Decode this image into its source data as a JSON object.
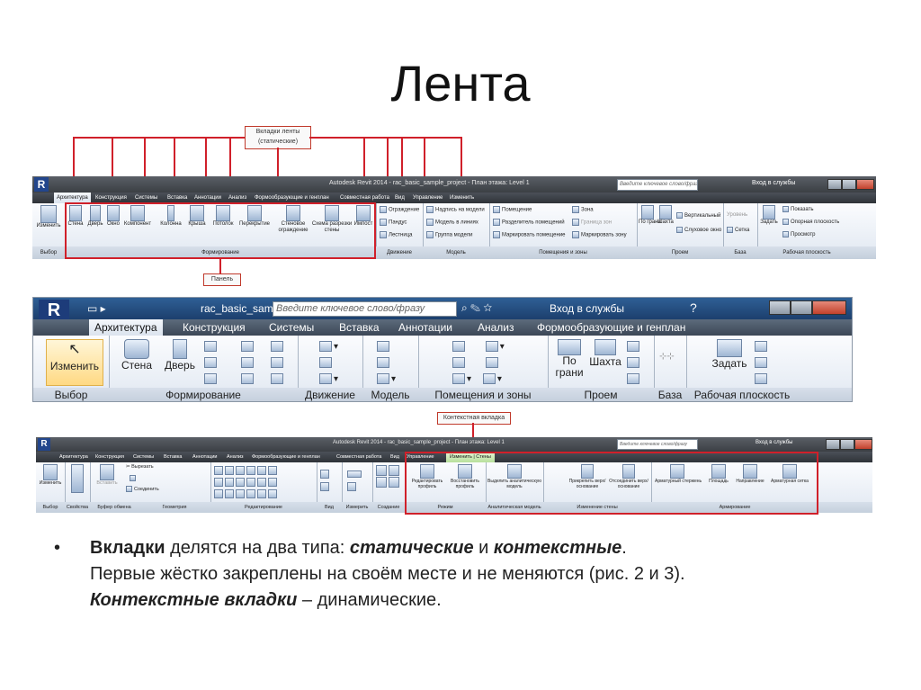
{
  "slide_title": "Лента",
  "callout_tabs": {
    "line1": "Вкладки ленты",
    "line2": "(статические)"
  },
  "callout_panel": "Панель",
  "callout_context": "Контекстная вкладка",
  "shot1": {
    "window_title": "Autodesk Revit 2014 - rac_basic_sample_project - План этажа: Level 1",
    "search_placeholder": "Введите ключевое слово/фразу",
    "login": "Вход в службы",
    "tabs": [
      "Архитектура",
      "Конструкция",
      "Системы",
      "Вставка",
      "Аннотации",
      "Анализ",
      "Формообразующие и генплан",
      "Совместная работа",
      "Вид",
      "Управление",
      "Изменить"
    ],
    "tools": [
      "Изменить",
      "Стена",
      "Дверь",
      "Окно",
      "Компонент",
      "Колонна",
      "Крыша",
      "Потолок",
      "Перекрытие",
      "Стеновое ограждение",
      "Схема разрезки стены",
      "Импост"
    ],
    "small_tools": [
      "Ограждение",
      "Пандус",
      "Лестница",
      "Надпись на модели",
      "Модель в линиях",
      "Группа модели",
      "Помещение",
      "Разделитель помещений",
      "Маркировать помещение",
      "Зона",
      "Граница зон",
      "Маркировать зону",
      "По грани",
      "Шахта",
      "Вертикальный",
      "Слуховое окно",
      "Уровень",
      "Сетка",
      "Задать",
      "Показать",
      "Опорная плоскость",
      "Просмотр"
    ],
    "panels": [
      "Выбор",
      "Формирование",
      "Движение",
      "Модель",
      "Помещения и зоны",
      "Проем",
      "База",
      "Рабочая плоскость"
    ]
  },
  "shot2": {
    "doc_title": "rac_basic_samp...",
    "search_placeholder": "Введите ключевое слово/фразу",
    "login": "Вход в службы",
    "tabs": [
      "Архитектура",
      "Конструкция",
      "Системы",
      "Вставка",
      "Аннотации",
      "Анализ",
      "Формообразующие и генплан"
    ],
    "tools": [
      "Изменить",
      "Стена",
      "Дверь",
      "По грани",
      "Шахта",
      "Задать"
    ],
    "panels": [
      "Выбор",
      "Формирование",
      "Движение",
      "Модель",
      "Помещения и зоны",
      "Проем",
      "База",
      "Рабочая плоскость"
    ]
  },
  "shot3": {
    "window_title": "Autodesk Revit 2014 - rac_basic_sample_project - План этажа: Level 1",
    "search_placeholder": "Введите ключевое слово/фразу",
    "login": "Вход в службы",
    "tabs": [
      "Архитектура",
      "Конструкция",
      "Системы",
      "Вставка",
      "Аннотации",
      "Анализ",
      "Формообразующие и генплан",
      "Совместная работа",
      "Вид",
      "Управление",
      "Изменить | Стены"
    ],
    "tools": [
      "Изменить",
      "Вставить",
      "Вырезать",
      "Соединить",
      "Редактировать профиль",
      "Восстановить профиль",
      "Выделить аналитическую модель",
      "Прикрепить верх/основание",
      "Отсоединить верх/основание",
      "Арматурный стержень",
      "Площадь",
      "Направление",
      "Арматурная сетка"
    ],
    "panels": [
      "Выбор",
      "Свойства",
      "Буфер обмена",
      "Геометрия",
      "Редактирование",
      "Вид",
      "Измерить",
      "Создание",
      "Режим",
      "Аналитическая модель",
      "Изменение стены",
      "Армирование"
    ]
  },
  "bullet": {
    "b1": "Вкладки",
    "t1": " делятся на два типа: ",
    "i1": "статические",
    "t2": " и ",
    "i2": "контекстные",
    "t3": ".",
    "line2": "Первые жёстко закреплены на своём месте и не меняются (рис. 2 и 3).",
    "bi": "Контекстные вкладки",
    "t4": " – динамические."
  }
}
